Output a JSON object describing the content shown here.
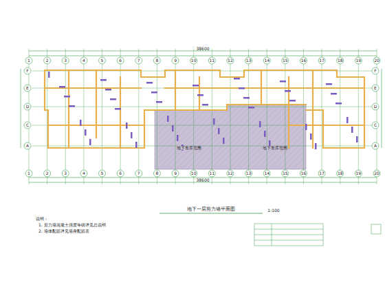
{
  "diagram": {
    "title": "地下一层剪力墙平面图",
    "labels": [
      "1",
      "2",
      "3",
      "4",
      "5",
      "6",
      "7",
      "8",
      "9",
      "10",
      "11",
      "12",
      "13",
      "14",
      "15",
      "16",
      "17",
      "18",
      "19",
      "20",
      "1",
      "2",
      "3",
      "4",
      "5",
      "6",
      "7",
      "8",
      "9",
      "10",
      "11",
      "12",
      "13",
      "14",
      "15",
      "16",
      "17",
      "18",
      "19",
      "20",
      "A",
      "C",
      "D",
      "E",
      "F",
      "A",
      "C",
      "D",
      "E",
      "F",
      "38600",
      "38600",
      "地下车库范围",
      "地下车库范围",
      "1:100",
      "说明：",
      "1. 剪力墙混凝土强度等级详见总说明",
      "2. 墙体配筋详见墙身配筋表"
    ]
  }
}
